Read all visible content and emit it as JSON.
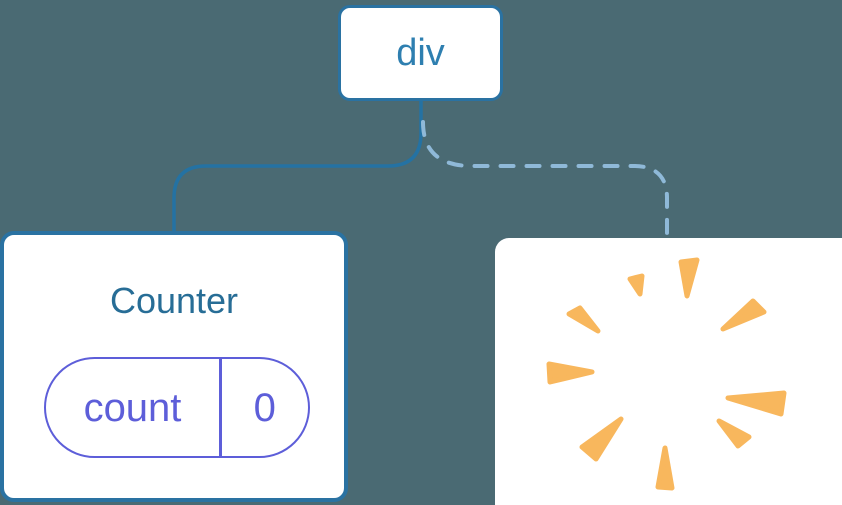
{
  "colors": {
    "bg": "#4a6a73",
    "line-solid": "#2472a3",
    "line-dashed": "#8fb9d8",
    "node-border": "#2a72a2",
    "root-text": "#2e7fb0",
    "component-text": "#276d96",
    "state-purple": "#5d5ed9",
    "poof-orange": "#f8b75d",
    "card-bg": "#ffffff"
  },
  "tree": {
    "root": {
      "label": "div"
    },
    "kept_child": {
      "title": "Counter",
      "state": {
        "key": "count",
        "value": "0"
      },
      "connection": "solid"
    },
    "removed_child": {
      "icon": "poof-starburst",
      "connection": "dashed"
    }
  }
}
